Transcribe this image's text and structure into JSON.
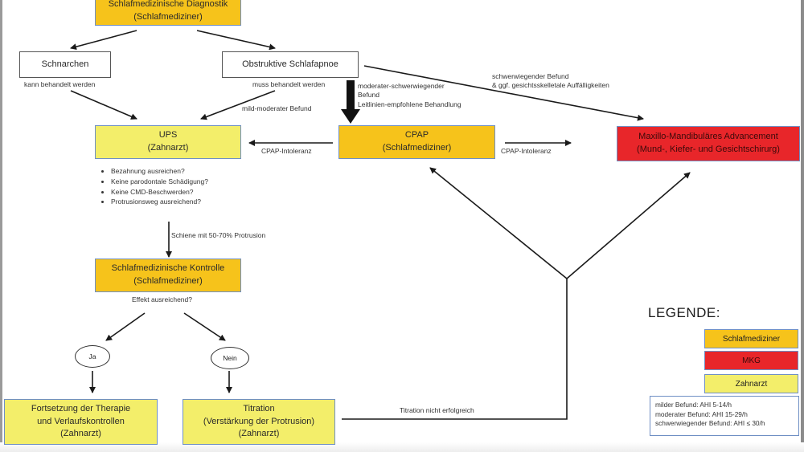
{
  "colors": {
    "schlafmediziner": "#f6c31b",
    "mkg": "#e8262a",
    "zahnarzt": "#f3ee6a",
    "box_border": "#6f8fc4",
    "arrow": "#1a1a1a"
  },
  "nodes": {
    "diagnostik": {
      "line1": "Schlafmedizinische Diagnostik",
      "line2": "(Schlafmediziner)"
    },
    "schnarchen": {
      "label": "Schnarchen",
      "note": "kann behandelt werden"
    },
    "osa": {
      "label": "Obstruktive Schlafapnoe",
      "note": "muss behandelt werden"
    },
    "ups": {
      "line1": "UPS",
      "line2": "(Zahnarzt)"
    },
    "cpap": {
      "line1": "CPAP",
      "line2": "(Schlafmediziner)"
    },
    "mma": {
      "line1": "Maxillo-Mandibuläres Advancement",
      "line2": "(Mund-, Kiefer- und Gesichtschirurg)"
    },
    "kontrolle": {
      "line1": "Schlafmedizinische Kontrolle",
      "line2": "(Schlafmediziner)"
    },
    "ja": {
      "label": "Ja"
    },
    "nein": {
      "label": "Nein"
    },
    "fortsetzung": {
      "line1": "Fortsetzung der Therapie",
      "line2": "und Verlaufskontrollen",
      "line3": "(Zahnarzt)"
    },
    "titration": {
      "line1": "Titration",
      "line2": "(Verstärkung der Protrusion)",
      "line3": "(Zahnarzt)"
    }
  },
  "edge_labels": {
    "mild_moderat": "mild-moderater Befund",
    "moderat_schwer_1": "moderater-schwerwiegender",
    "moderat_schwer_2": "Befund",
    "moderat_schwer_3": "Leitlinien-empfohlene Behandlung",
    "schwer_1": "schwerwiegender Befund",
    "schwer_2": "& ggf. gesichtsskelletale Auffälligkeiten",
    "cpap_intoleranz_left": "CPAP-Intoleranz",
    "cpap_intoleranz_right": "CPAP-Intoleranz",
    "schiene": "Schiene mit 50-70% Protrusion",
    "effekt": "Effekt ausreichend?",
    "titration_fail": "Titration nicht erfolgreich"
  },
  "ups_checklist": [
    "Bezahnung ausreichen?",
    "Keine parodontale Schädigung?",
    "Keine CMD-Beschwerden?",
    "Protrusionsweg ausreichend?"
  ],
  "legend": {
    "title": "LEGENDE:",
    "items": [
      {
        "label": "Schlafmediziner",
        "color": "#f6c31b"
      },
      {
        "label": "MKG",
        "color": "#e8262a"
      },
      {
        "label": "Zahnarzt",
        "color": "#f3ee6a"
      }
    ],
    "definitions": [
      "milder Befund: AHI 5-14/h",
      "moderater Befund: AHI 15-29/h",
      "schwerwiegender Befund: AHI ≤ 30/h"
    ]
  }
}
